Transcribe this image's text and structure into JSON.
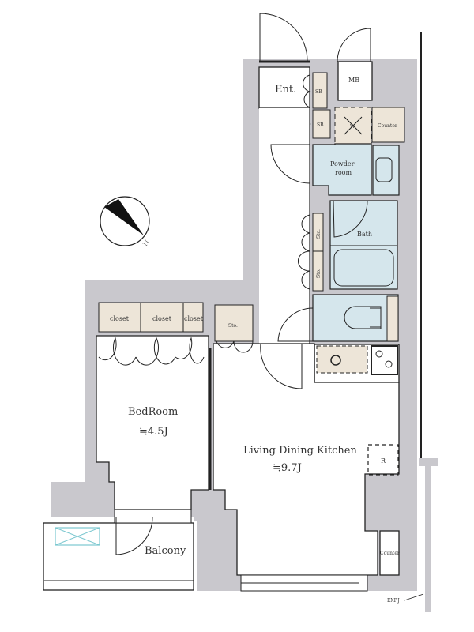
{
  "plan": {
    "rooms": {
      "entrance": "Ent.",
      "shoe_box_1": "SB",
      "shoe_box_2": "SB",
      "meter_box": "MB",
      "washer": "W",
      "counter_top": "Counter",
      "powder_room_line1": "Powder",
      "powder_room_line2": "room",
      "bath": "Bath",
      "storage_1": "Sto.",
      "storage_2": "Sto.",
      "storage_3": "Sto.",
      "closet_1": "closet",
      "closet_2": "closet",
      "closet_3": "closet",
      "bedroom": "BedRoom",
      "bedroom_size": "≒4.5J",
      "ldk": "Living Dining Kitchen",
      "ldk_size": "≒9.7J",
      "refrigerator": "R",
      "counter_bottom": "Counter",
      "balcony": "Balcony",
      "expansion_joint": "EXP.J"
    },
    "compass_label": "N",
    "colors": {
      "wall": "#c9c8cd",
      "wet_area": "#d5e6ec",
      "storage": "#ede5d8",
      "ac_unit": "#7cc8d0"
    }
  }
}
